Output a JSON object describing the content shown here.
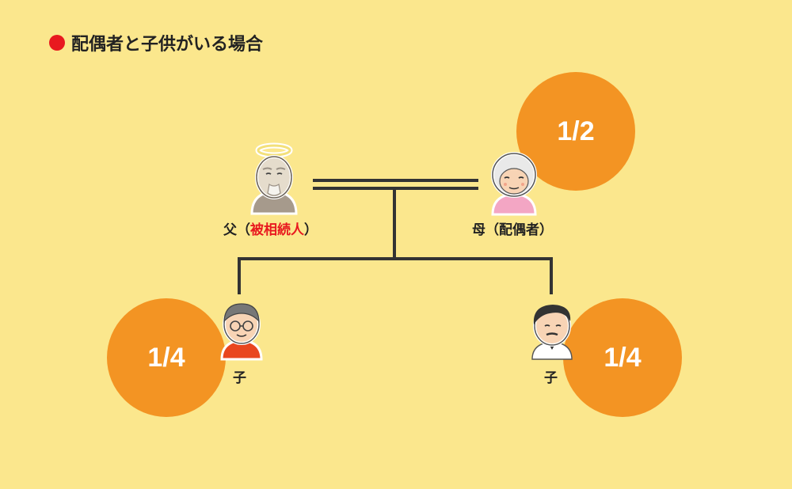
{
  "title": "配偶者と子供がいる場合",
  "colors": {
    "background": "#fbe78d",
    "share_circle": "#f39423",
    "bullet": "#e8191f",
    "highlight": "#e8191f",
    "line": "#333333"
  },
  "father": {
    "label_prefix": "父（",
    "label_highlight": "被相続人",
    "label_suffix": "）",
    "icon": "angel-old-man-icon"
  },
  "mother": {
    "label": "母（配偶者）",
    "share": "1/2",
    "icon": "old-woman-icon"
  },
  "children": [
    {
      "label": "子",
      "share": "1/4",
      "icon": "man-with-glasses-icon"
    },
    {
      "label": "子",
      "share": "1/4",
      "icon": "man-with-mustache-icon"
    }
  ]
}
